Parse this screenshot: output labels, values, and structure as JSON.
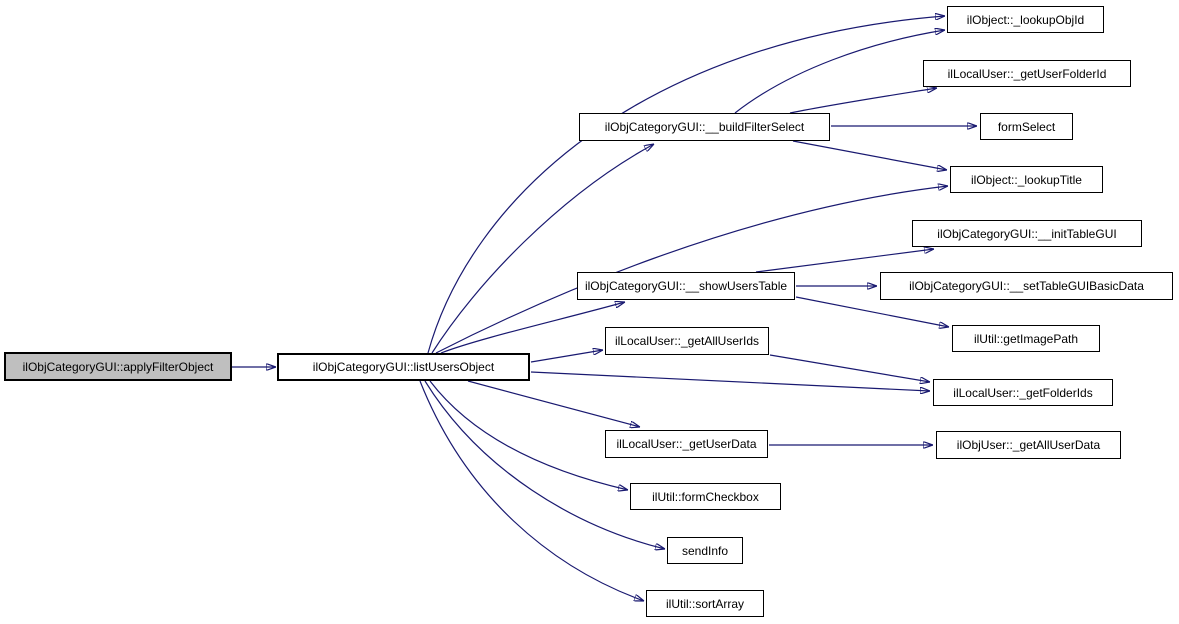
{
  "diagram": {
    "type": "doxygen-call-graph",
    "background_color": "#ffffff",
    "edge_color": "#191970",
    "node_border_color": "#000000",
    "node_fill_color": "#ffffff",
    "root_node_fill_color": "#bfbfbf",
    "nodes": {
      "applyFilterObject": {
        "label": "ilObjCategoryGUI::applyFilterObject",
        "highlighted": true
      },
      "listUsersObject": {
        "label": "ilObjCategoryGUI::listUsersObject"
      },
      "lookupObjId": {
        "label": "ilObject::_lookupObjId"
      },
      "getUserFolderId": {
        "label": "ilLocalUser::_getUserFolderId"
      },
      "buildFilterSelect": {
        "label": "ilObjCategoryGUI::__buildFilterSelect"
      },
      "formSelect": {
        "label": "formSelect"
      },
      "lookupTitle": {
        "label": "ilObject::_lookupTitle"
      },
      "initTableGUI": {
        "label": "ilObjCategoryGUI::__initTableGUI"
      },
      "showUsersTable": {
        "label": "ilObjCategoryGUI::__showUsersTable"
      },
      "setTableGUIBasicData": {
        "label": "ilObjCategoryGUI::__setTableGUIBasicData"
      },
      "getImagePath": {
        "label": "ilUtil::getImagePath"
      },
      "getAllUserIds": {
        "label": "ilLocalUser::_getAllUserIds"
      },
      "getFolderIds": {
        "label": "ilLocalUser::_getFolderIds"
      },
      "getUserData": {
        "label": "ilLocalUser::_getUserData"
      },
      "getAllUserData": {
        "label": "ilObjUser::_getAllUserData"
      },
      "formCheckbox": {
        "label": "ilUtil::formCheckbox"
      },
      "sendInfo": {
        "label": "sendInfo"
      },
      "sortArray": {
        "label": "ilUtil::sortArray"
      }
    },
    "edges": [
      {
        "from": "applyFilterObject",
        "to": "listUsersObject"
      },
      {
        "from": "listUsersObject",
        "to": "lookupObjId"
      },
      {
        "from": "listUsersObject",
        "to": "buildFilterSelect"
      },
      {
        "from": "listUsersObject",
        "to": "lookupTitle"
      },
      {
        "from": "listUsersObject",
        "to": "showUsersTable"
      },
      {
        "from": "listUsersObject",
        "to": "getAllUserIds"
      },
      {
        "from": "listUsersObject",
        "to": "getFolderIds"
      },
      {
        "from": "listUsersObject",
        "to": "getUserData"
      },
      {
        "from": "listUsersObject",
        "to": "formCheckbox"
      },
      {
        "from": "listUsersObject",
        "to": "sendInfo"
      },
      {
        "from": "listUsersObject",
        "to": "sortArray"
      },
      {
        "from": "buildFilterSelect",
        "to": "lookupObjId"
      },
      {
        "from": "buildFilterSelect",
        "to": "getUserFolderId"
      },
      {
        "from": "buildFilterSelect",
        "to": "formSelect"
      },
      {
        "from": "buildFilterSelect",
        "to": "lookupTitle"
      },
      {
        "from": "showUsersTable",
        "to": "initTableGUI"
      },
      {
        "from": "showUsersTable",
        "to": "setTableGUIBasicData"
      },
      {
        "from": "showUsersTable",
        "to": "getImagePath"
      },
      {
        "from": "getAllUserIds",
        "to": "getFolderIds"
      },
      {
        "from": "getUserData",
        "to": "getAllUserData"
      }
    ]
  }
}
